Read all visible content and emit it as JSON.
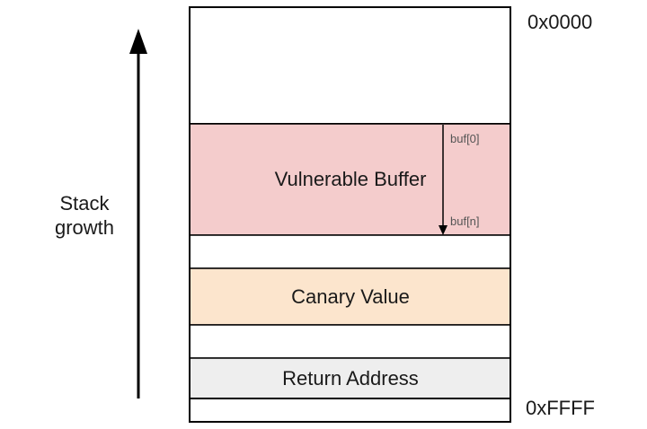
{
  "addresses": {
    "top": "0x0000",
    "bottom": "0xFFFF"
  },
  "stack_growth": {
    "line1": "Stack",
    "line2": "growth"
  },
  "regions": {
    "vulnerable_buffer": {
      "label": "Vulnerable Buffer",
      "start_index": "buf[0]",
      "end_index": "buf[n]"
    },
    "canary": {
      "label": "Canary Value"
    },
    "return_address": {
      "label": "Return Address"
    }
  },
  "colors": {
    "stack_outline": "#000000",
    "buffer_fill": "#f4cccc",
    "canary_fill": "#fce5cd",
    "return_address_fill": "#eeeeee",
    "empty_fill": "#ffffff"
  }
}
